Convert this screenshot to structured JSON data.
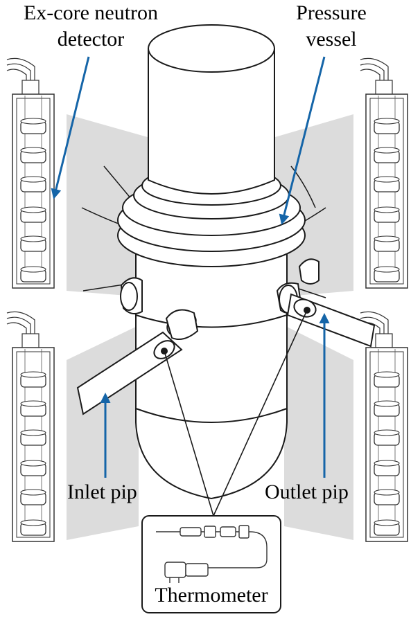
{
  "labels": {
    "detector_line1": "Ex-core neutron",
    "detector_line2": "detector",
    "vessel_line1": "Pressure",
    "vessel_line2": "vessel",
    "inlet": "Inlet pip",
    "outlet": "Outlet pip",
    "thermometer": "Thermometer"
  },
  "colors": {
    "arrow": "#1565a8",
    "line": "#1a1a1a",
    "shade": "#d9d9d9"
  }
}
